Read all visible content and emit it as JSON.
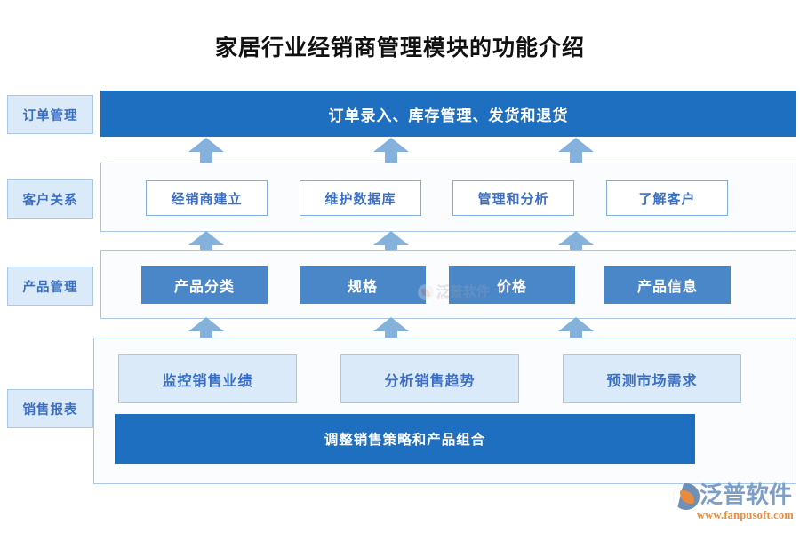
{
  "title": "家居行业经销商管理模块的功能介绍",
  "colors": {
    "deep_blue": "#1f6fc0",
    "medium_blue": "#4a87c8",
    "light_blue_fill": "#dbeaf8",
    "panel_fill": "#fafcfe",
    "border_blue": "#a9c7e8",
    "text_blue": "#3b6fc4",
    "arrow_blue": "#84b2dc",
    "logo_orange": "#e98b3f"
  },
  "categories": [
    {
      "label": "订单管理"
    },
    {
      "label": "客户关系"
    },
    {
      "label": "产品管理"
    },
    {
      "label": "销售报表"
    }
  ],
  "rows": {
    "order": {
      "band_label": "订单录入、库存管理、发货和退货"
    },
    "customer": {
      "items": [
        {
          "label": "经销商建立"
        },
        {
          "label": "维护数据库"
        },
        {
          "label": "管理和分析"
        },
        {
          "label": "了解客户"
        }
      ]
    },
    "product": {
      "items": [
        {
          "label": "产品分类"
        },
        {
          "label": "规格"
        },
        {
          "label": "价格"
        },
        {
          "label": "产品信息"
        }
      ]
    },
    "sales": {
      "items": [
        {
          "label": "监控销售业绩"
        },
        {
          "label": "分析销售趋势"
        },
        {
          "label": "预测市场需求"
        }
      ],
      "summary_label": "调整销售策略和产品组合"
    }
  },
  "watermark": {
    "text": "泛普软件",
    "url": "www.fanpusoft.com"
  },
  "logo": {
    "name": "泛普软件",
    "url": "www.fanpusoft.com"
  }
}
